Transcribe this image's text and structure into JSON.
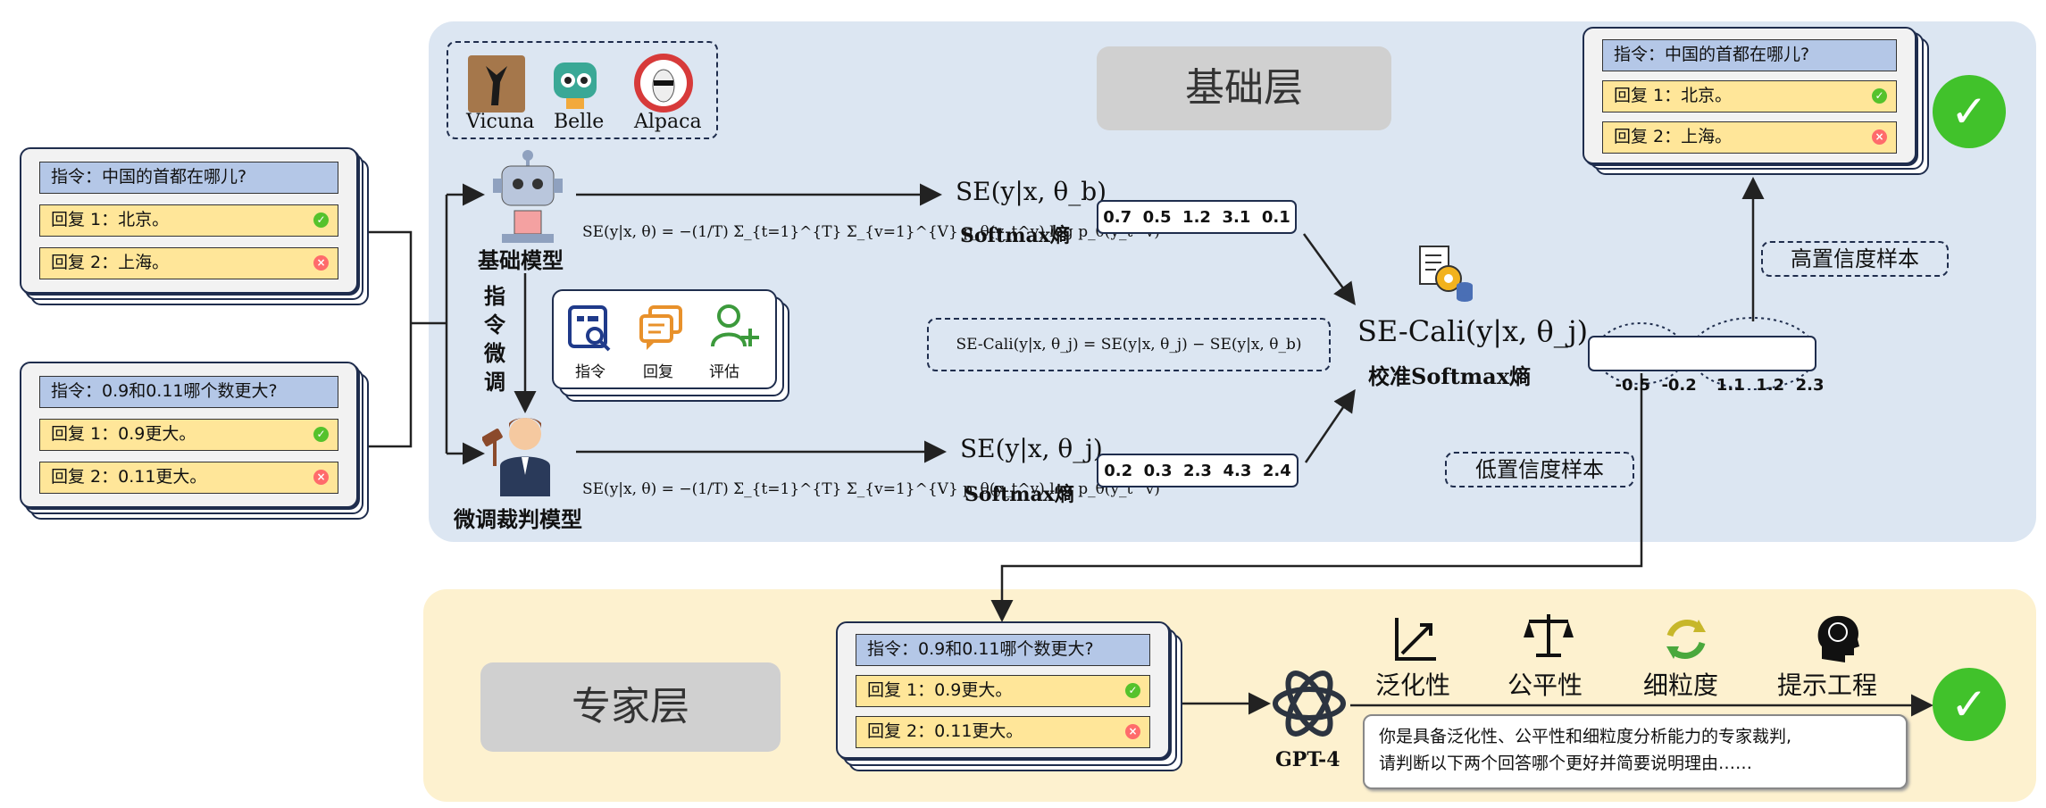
{
  "base_layer": {
    "title": "基础层",
    "models": [
      "Vicuna",
      "Belle",
      "Alpaca"
    ],
    "base_model_label": "基础模型",
    "finetune_label": [
      "指",
      "令",
      "微",
      "调"
    ],
    "judge_model_label": "微调裁判模型",
    "finetune_items": [
      "指令",
      "回复",
      "评估"
    ],
    "formula_top": "SE(y|x, θ) = −(1/T) Σ_{t=1}^{T} Σ_{v=1}^{V} p_θ(y_t^v) log p_θ(y_t^v)",
    "formula_bottom": "SE(y|x, θ) = −(1/T) Σ_{t=1}^{T} Σ_{v=1}^{V} p_θ(y_t^v) log p_θ(y_t^v)",
    "se_b": "SE(y|x, θ_b)",
    "se_j": "SE(y|x, θ_j)",
    "softmax_label": "Softmax熵",
    "values_b": "0.7  0.5  1.2  3.1  0.1",
    "values_j": "0.2  0.3  2.3  4.3  2.4",
    "cali_formula": "SE-Cali(y|x, θ_j) = SE(y|x, θ_j) − SE(y|x, θ_b)",
    "cali_title": "SE-Cali(y|x, θ_j)",
    "cali_label": "校准Softmax熵",
    "low_values": "-0.5  -0.2",
    "high_values": "1.1  1.2  2.3",
    "high_conf": "高置信度样本",
    "low_conf": "低置信度样本"
  },
  "sample1": {
    "instruction": "指令：中国的首都在哪儿?",
    "answer1": "回复 1：北京。",
    "answer2": "回复 2：上海。"
  },
  "sample2": {
    "instruction": "指令：0.9和0.11哪个数更大?",
    "answer1": "回复 1：0.9更大。",
    "answer2": "回复 2：0.11更大。"
  },
  "expert_layer": {
    "title": "专家层",
    "gpt_label": "GPT-4",
    "criteria": [
      "泛化性",
      "公平性",
      "细粒度",
      "提示工程"
    ],
    "prompt_line1": "你是具备泛化性、公平性和细粒度分析能力的专家裁判,",
    "prompt_line2": "请判断以下两个回答哪个更好并简要说明理由……"
  },
  "marks": {
    "ok": "✓",
    "bad": "×",
    "check": "✓"
  },
  "colors": {
    "base_panel": "#dce6f2",
    "expert_panel": "#fdf1cf",
    "instruction": "#b4c7e7",
    "answer": "#ffe699",
    "check": "#41c22b"
  }
}
